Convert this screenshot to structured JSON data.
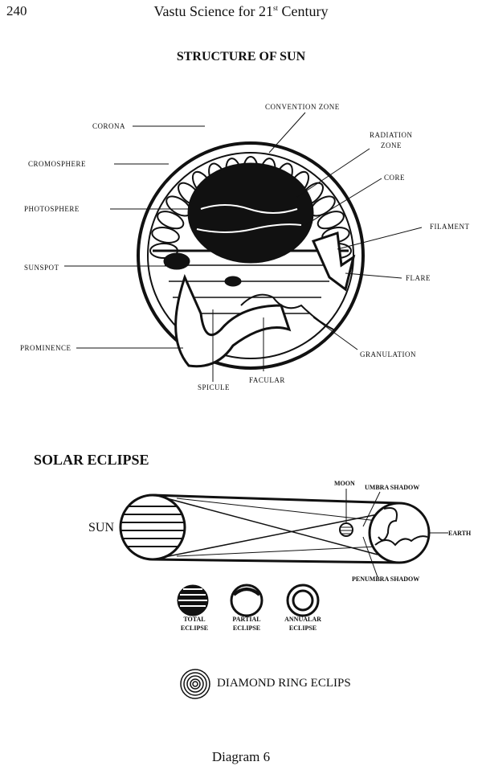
{
  "header": {
    "page_number": "240",
    "running_title": "Vastu Science for 21",
    "running_title_sup": "st",
    "running_title_end": " Century"
  },
  "structure_of_sun": {
    "title": "STRUCTURE OF SUN",
    "labels": {
      "corona": "CORONA",
      "convention_zone": "CONVENTION ZONE",
      "radiation_zone_1": "RADIATION",
      "radiation_zone_2": "ZONE",
      "core": "CORE",
      "cromosphere": "CROMOSPHERE",
      "photosphere": "PHOTOSPHERE",
      "filament": "FILAMENT",
      "sunspot": "SUNSPOT",
      "flare": "FLARE",
      "prominence": "PROMINENCE",
      "granulation": "GRANULATION",
      "facular": "FACULAR",
      "spicule": "SPICULE"
    }
  },
  "solar_eclipse": {
    "title": "SOLAR ECLIPSE",
    "sun": "SUN",
    "moon": "MOON",
    "umbra": "UMBRA SHADOW",
    "penumbra": "PENUMBRA SHADOW",
    "earth": "EARTH",
    "types": [
      {
        "line1": "TOTAL",
        "line2": "ECLIPSE"
      },
      {
        "line1": "PARTIAL",
        "line2": "ECLIPSE"
      },
      {
        "line1": "ANNUALAR",
        "line2": "ECLIPSE"
      }
    ],
    "diamond_ring": "DIAMOND RING ECLIPS"
  },
  "caption": "Diagram 6"
}
